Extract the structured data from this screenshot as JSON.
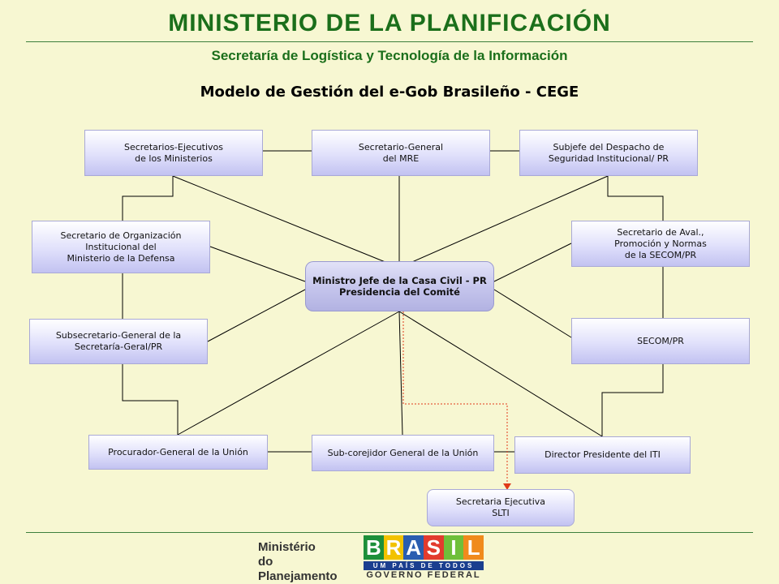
{
  "header": {
    "title": "MINISTERIO DE LA PLANIFICACIÓN",
    "subtitle": "Secretaría de Logística y Tecnología de la Información",
    "model_title": "Modelo de Gestión del e-Gob Brasileño - CEGE"
  },
  "nodes": {
    "center": "Ministro Jefe de la Casa Civil - PR\nPresidencia del Comité",
    "secretarios_ejecutivos": "Secretarios-Ejecutivos\nde los Ministerios",
    "secretario_general_mre": "Secretario-General\ndel MRE",
    "subjefe_despacho": "Subjefe del Despacho de\nSeguridad Institucional/ PR",
    "secretario_organizacion": "Secretario de Organización\nInstitucional del\nMinisterio de la Defensa",
    "secretario_aval": "Secretario de Aval.,\nPromoción y Normas\nde la SECOM/PR",
    "subsecretario_general": "Subsecretario-General de la\nSecretaría-Geral/PR",
    "secom": "SECOM/PR",
    "procurador_general": "Procurador-General de la Unión",
    "sub_corejidor": "Sub-corejidor General de la Unión",
    "director_iti": "Director Presidente del ITI",
    "secretaria_ejecutiva": "Secretaria Ejecutiva\nSLTI"
  },
  "footer": {
    "ministry_line1": "Ministério",
    "ministry_line2": "do Planejamento",
    "brand_letters": [
      "B",
      "R",
      "A",
      "S",
      "I",
      "L"
    ],
    "brand_colors": [
      "#1d8f3a",
      "#f2c200",
      "#2a5db0",
      "#e23b2e",
      "#6fbf3a",
      "#f08a1c"
    ],
    "slogan": "UM PAÍS DE TODOS",
    "government": "GOVERNO FEDERAL"
  },
  "colors": {
    "title_green": "#1b6f1b",
    "background": "#f7f7d2",
    "dotted_arrow": "#e03a1a"
  }
}
